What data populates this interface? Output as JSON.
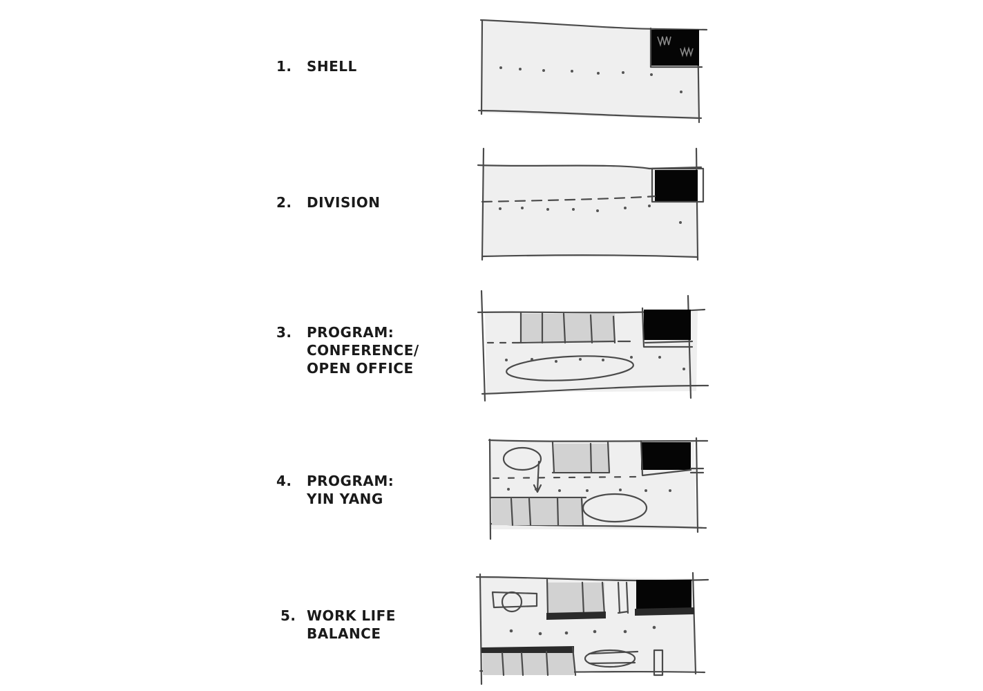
{
  "steps": [
    {
      "number": "1.",
      "lines": [
        "SHELL"
      ]
    },
    {
      "number": "2.",
      "lines": [
        "DIVISION"
      ]
    },
    {
      "number": "3.",
      "lines": [
        "PROGRAM:",
        "CONFERENCE/",
        "OPEN OFFICE"
      ]
    },
    {
      "number": "4.",
      "lines": [
        "PROGRAM:",
        "YIN YANG"
      ]
    },
    {
      "number": "5.",
      "lines": [
        "WORK LIFE",
        "BALANCE"
      ]
    }
  ],
  "colors": {
    "background": "#ffffff",
    "floor_fill": "#efefef",
    "room_fill": "#d2d2d2",
    "core_fill": "#050505",
    "line": "#4a4a4a",
    "text": "#1a1a1a"
  }
}
